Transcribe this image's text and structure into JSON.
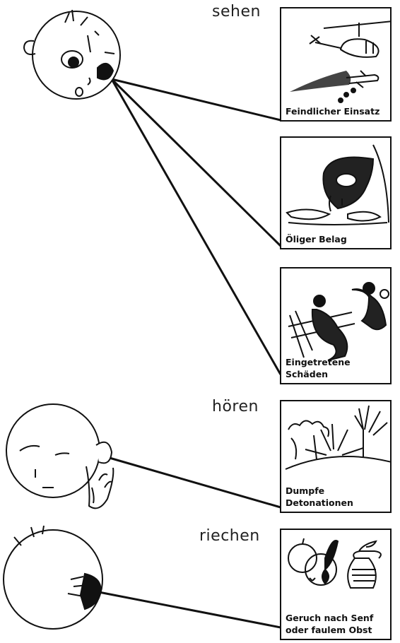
{
  "senses": {
    "see": "sehen",
    "hear": "hören",
    "smell": "riechen"
  },
  "panels": {
    "enemy": {
      "line1": "Feindlicher Einsatz",
      "line2": ""
    },
    "oil": {
      "line1": "Öliger Belag",
      "line2": ""
    },
    "damage": {
      "line1": "Eingetretene",
      "line2": "Schäden"
    },
    "detonation": {
      "line1": "Dumpfe",
      "line2": "Detonationen"
    },
    "smell": {
      "line1": "Geruch nach Senf",
      "line2": "oder faulem Obst"
    }
  }
}
